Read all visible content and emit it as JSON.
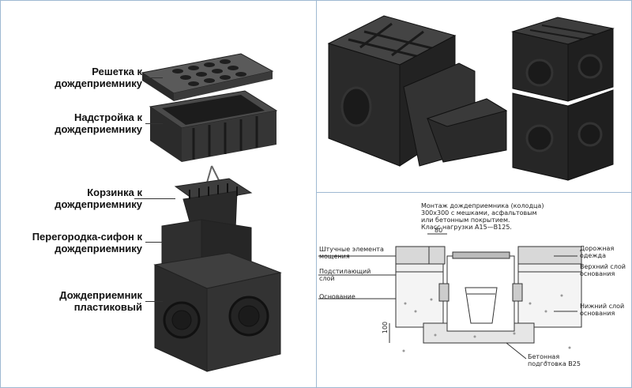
{
  "left_panel": {
    "labels": [
      {
        "id": "grate",
        "text": "Решетка к\nдождеприемнику"
      },
      {
        "id": "extension",
        "text": "Надстройка к\nдождеприемнику"
      },
      {
        "id": "basket",
        "text": "Корзинка к\nдождеприемнику"
      },
      {
        "id": "siphon",
        "text": "Перегородка-сифон к\nдождеприемнику"
      },
      {
        "id": "receiver",
        "text": "Дождеприемник\nпластиковый"
      }
    ]
  },
  "diagram": {
    "title": "Монтаж дождеприемника (колодца)\n300х300 с мешками, асфальтовым\nили бетонным покрытием.\nКласс нагрузки А15—В125.",
    "left_labels": {
      "paving": "Штучные элемента\nмощения",
      "bedding": "Подстилающий\nслой",
      "base": "Основание"
    },
    "right_labels": {
      "road": "Дорожная\nодежда",
      "upper_base": "Верхний слой\nоснования",
      "lower_base": "Нижний слой\nоснования",
      "concrete": "Бетонная\nподготовка В25"
    },
    "dimensions": {
      "top": "80",
      "side": "100"
    }
  }
}
